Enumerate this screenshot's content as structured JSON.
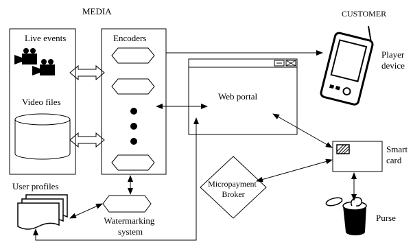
{
  "diagram": {
    "media_title": "MEDIA",
    "customer_title": "CUSTOMER",
    "live_events": "Live events",
    "video_files": "Video files",
    "encoders": "Encoders",
    "web_portal": "Web portal",
    "player_device": [
      "Player",
      "device"
    ],
    "smart_card": [
      "Smart",
      "card"
    ],
    "micropayment_broker": [
      "Micropayment",
      "Broker"
    ],
    "purse": "Purse",
    "user_profiles": "User profiles",
    "watermarking_system": [
      "Watermarking",
      "system"
    ]
  },
  "colors": {
    "line": "#000000",
    "background": "#ffffff"
  }
}
